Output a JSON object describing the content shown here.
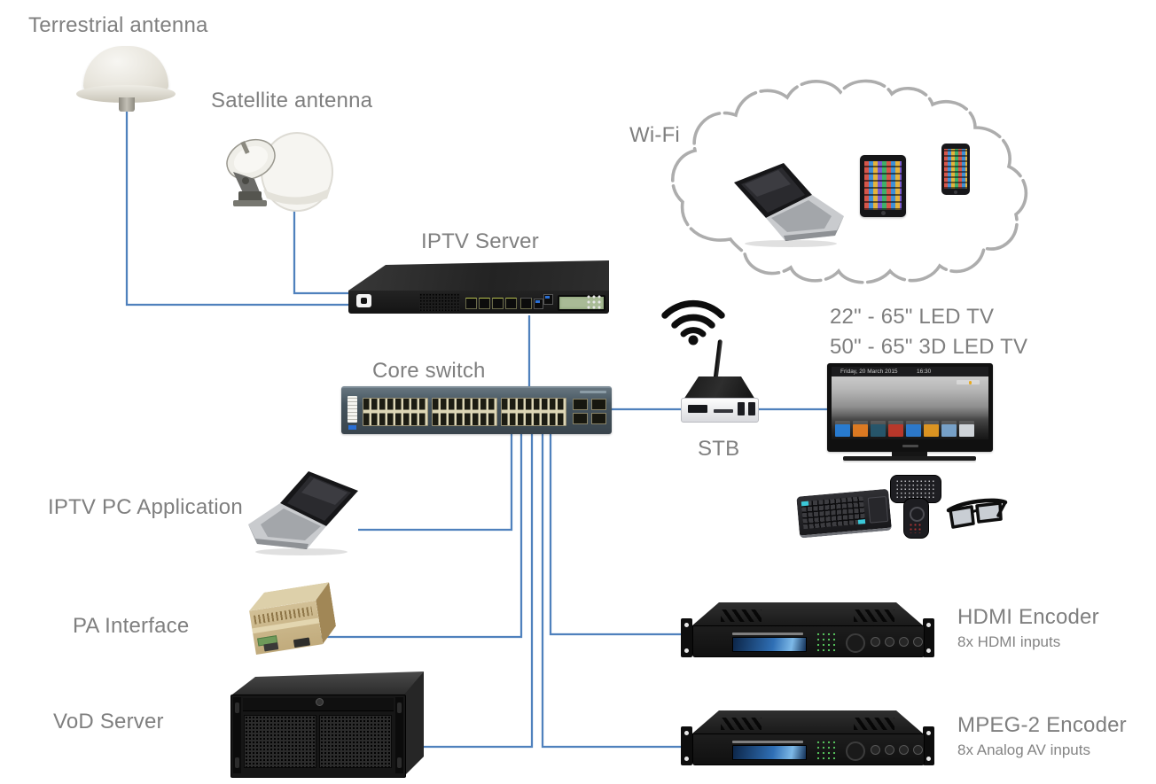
{
  "diagram_type": "iptv-network-topology",
  "colors": {
    "connector_line": "#4f81bd",
    "label_text": "#7f7f7f",
    "cloud_outline": "#adadad",
    "tv_logo_accent": "#f0a500"
  },
  "nodes": {
    "terrestrial_antenna": {
      "label": "Terrestrial antenna"
    },
    "satellite_antenna": {
      "label": "Satellite antenna"
    },
    "iptv_server": {
      "label": "IPTV Server"
    },
    "wifi_cloud": {
      "label": "Wi-Fi",
      "devices": [
        "laptop",
        "tablet",
        "smartphone"
      ]
    },
    "core_switch": {
      "label": "Core switch"
    },
    "stb": {
      "label": "STB"
    },
    "led_tv": {
      "label_line1": "22\" - 65\" LED TV",
      "label_line2": "50\" - 65\" 3D LED TV"
    },
    "tv_accessories": [
      "wireless-keyboard",
      "remote-control",
      "3d-glasses"
    ],
    "iptv_pc": {
      "label": "IPTV PC Application"
    },
    "pa_interface": {
      "label": "PA Interface"
    },
    "vod_server": {
      "label": "VoD Server"
    },
    "hdmi_encoder": {
      "label": "HDMI Encoder",
      "sublabel": "8x HDMI inputs"
    },
    "mpeg2_encoder": {
      "label": "MPEG-2 Encoder",
      "sublabel": "8x Analog AV inputs"
    }
  },
  "tv_screen": {
    "date": "Friday, 20 March 2015",
    "time": "16:30"
  },
  "connections": [
    {
      "from": "terrestrial_antenna",
      "to": "iptv_server"
    },
    {
      "from": "satellite_antenna",
      "to": "iptv_server"
    },
    {
      "from": "iptv_server",
      "to": "core_switch"
    },
    {
      "from": "core_switch",
      "to": "stb"
    },
    {
      "from": "stb",
      "to": "led_tv"
    },
    {
      "from": "core_switch",
      "to": "iptv_pc"
    },
    {
      "from": "core_switch",
      "to": "pa_interface"
    },
    {
      "from": "core_switch",
      "to": "vod_server"
    },
    {
      "from": "core_switch",
      "to": "mpeg2_encoder"
    },
    {
      "from": "core_switch",
      "to": "hdmi_encoder"
    }
  ]
}
